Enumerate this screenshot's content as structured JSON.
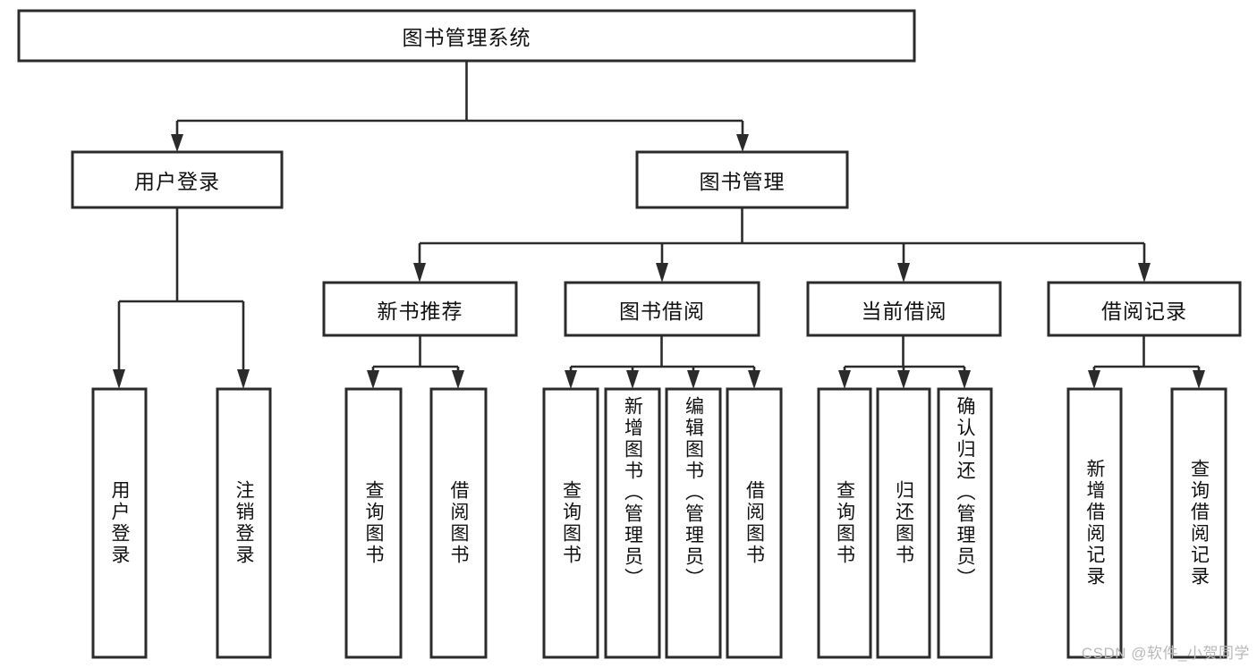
{
  "diagram": {
    "title": "图书管理系统",
    "type": "tree",
    "root": {
      "id": "root",
      "label": "图书管理系统"
    },
    "level2": [
      {
        "id": "user-login",
        "label": "用户登录"
      },
      {
        "id": "book-manage",
        "label": "图书管理"
      }
    ],
    "level3": [
      {
        "id": "new-book-recommend",
        "label": "新书推荐"
      },
      {
        "id": "book-borrow",
        "label": "图书借阅"
      },
      {
        "id": "current-borrow",
        "label": "当前借阅"
      },
      {
        "id": "borrow-record",
        "label": "借阅记录"
      }
    ],
    "leaves": [
      {
        "id": "leaf-user-login",
        "label": "用户登录",
        "parent": "user-login"
      },
      {
        "id": "leaf-logout",
        "label": "注销登录",
        "parent": "user-login"
      },
      {
        "id": "leaf-query-book-1",
        "label": "查询图书",
        "parent": "new-book-recommend"
      },
      {
        "id": "leaf-borrow-book-1",
        "label": "借阅图书",
        "parent": "new-book-recommend"
      },
      {
        "id": "leaf-query-book-2",
        "label": "查询图书",
        "parent": "book-borrow"
      },
      {
        "id": "leaf-add-book",
        "label": "新增图书（管理员）",
        "parent": "book-borrow"
      },
      {
        "id": "leaf-edit-book",
        "label": "编辑图书（管理员）",
        "parent": "book-borrow"
      },
      {
        "id": "leaf-borrow-book-2",
        "label": "借阅图书",
        "parent": "book-borrow"
      },
      {
        "id": "leaf-query-book-3",
        "label": "查询图书",
        "parent": "current-borrow"
      },
      {
        "id": "leaf-return-book",
        "label": "归还图书",
        "parent": "current-borrow"
      },
      {
        "id": "leaf-confirm-return",
        "label": "确认归还（管理员）",
        "parent": "current-borrow"
      },
      {
        "id": "leaf-add-record",
        "label": "新增借阅记录",
        "parent": "borrow-record"
      },
      {
        "id": "leaf-query-record",
        "label": "查询借阅记录",
        "parent": "borrow-record"
      }
    ]
  },
  "watermark": {
    "text": "CSDN @软件_小贺同学"
  },
  "colors": {
    "stroke": "#2b2b2b",
    "box_fill": "#ffffff",
    "text": "#111111",
    "watermark": "#b9b9b9",
    "background": "#ffffff"
  }
}
